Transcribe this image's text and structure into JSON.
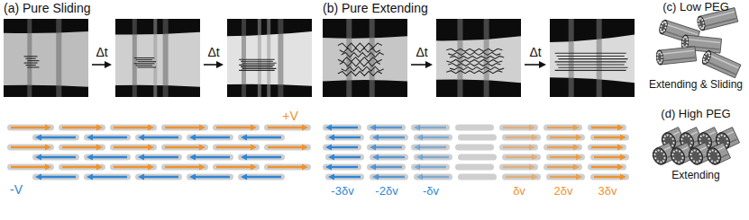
{
  "diagram": {
    "labels": [
      "(a) Pure Sliding",
      "Δt",
      "Δt",
      "+V",
      "-V",
      "(b) Pure Extending",
      "Δt",
      "Δt",
      "-3δv",
      "-2δv",
      "-δv",
      "δv",
      "2δv",
      "3δv",
      "(c) Low PEG",
      "Extending & Sliding",
      "(d) High PEG",
      "Extending"
    ]
  }
}
